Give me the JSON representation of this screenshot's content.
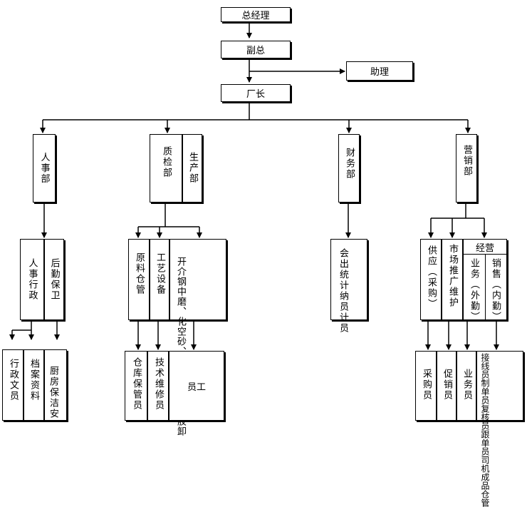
{
  "top": {
    "general_manager": "总经理",
    "deputy": "副总",
    "assistant": "助理",
    "factory_director": "厂长"
  },
  "departments": {
    "hr": {
      "name": "人事部",
      "subs": [
        "人事行政",
        "后勤保卫"
      ],
      "staff": [
        "行政文员",
        "档案资料",
        "厨房保洁安"
      ]
    },
    "qc_production": {
      "qc_name": "质检部",
      "production_name": "生产部",
      "subs": {
        "raw_material": "原料仓管",
        "process_equipment": "工艺设备",
        "operators": "开介钢中磨、化空砂、磨包夹装边装胶卸"
      },
      "staff": [
        "仓库保管员",
        "技术维修员",
        "员工"
      ]
    },
    "finance": {
      "name": "财务部",
      "staff": "会出统计纳员计员"
    },
    "sales": {
      "name": "营销部",
      "subs": {
        "supply": "供应（采购）",
        "market": "市场推广维护",
        "operations": "经营",
        "business": "业务（外勤）",
        "sales_internal": "销售（内勤）"
      },
      "staff": [
        "采购员",
        "促销员",
        "业务员",
        "接线员制单员复核员跟单员司机成品仓管"
      ]
    }
  }
}
